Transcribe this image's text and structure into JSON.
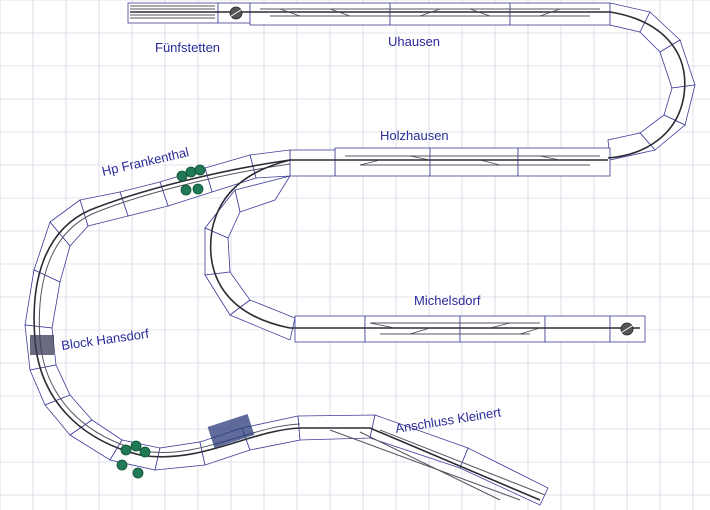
{
  "stations": [
    {
      "id": "fuenfstetten",
      "label": "Fünfstetten"
    },
    {
      "id": "uhausen",
      "label": "Uhausen"
    },
    {
      "id": "holzhausen",
      "label": "Holzhausen"
    },
    {
      "id": "hp-frankenthal",
      "label": "Hp Frankenthal"
    },
    {
      "id": "michelsdorf",
      "label": "Michelsdorf"
    },
    {
      "id": "block-hansdorf",
      "label": "Block Hansdorf"
    },
    {
      "id": "anschluss-kleinert",
      "label": "Anschluss Kleinert"
    }
  ],
  "colors": {
    "grid": "#c8c8dc",
    "module_border": "#3d3d9a",
    "track": "#555560",
    "label": "#2a2a9a",
    "trees": "#1f7a55"
  }
}
